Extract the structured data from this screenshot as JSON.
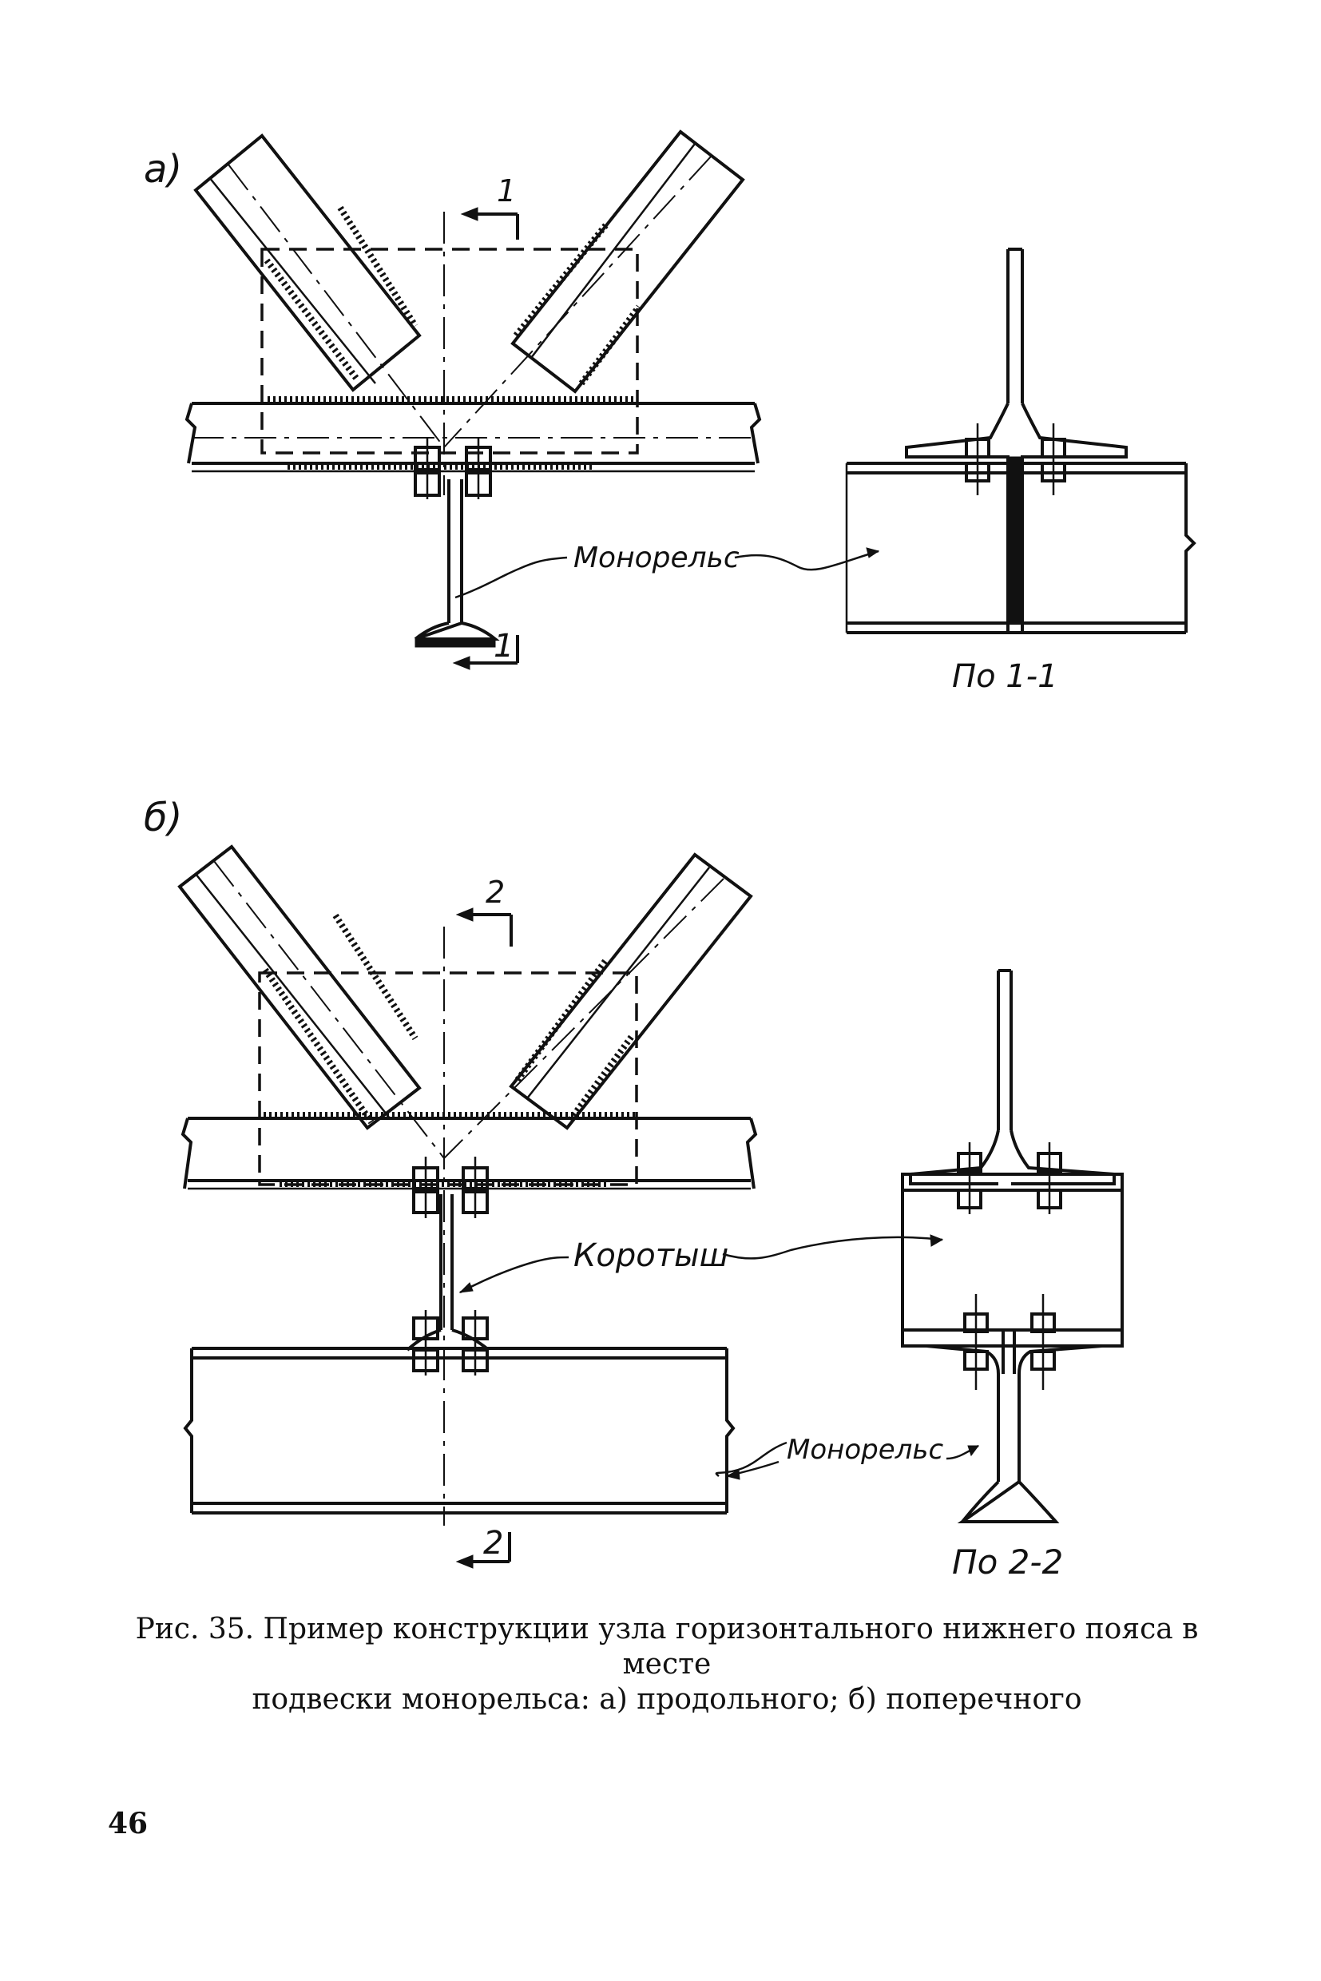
{
  "figure_a": {
    "label": "а)",
    "section_mark_top": "1",
    "section_mark_bottom": "1",
    "callout": "Монорельс",
    "section_title": "По 1-1"
  },
  "figure_b": {
    "label": "б)",
    "section_mark_top": "2",
    "section_mark_bottom": "2",
    "callout_stub": "Коротыш",
    "callout_rail": "Монорельс",
    "section_title": "По 2-2"
  },
  "caption": {
    "line1": "Рис. 35. Пример конструкции узла горизонтального нижнего пояса в месте",
    "line2": "подвески монорельса: а) продольного; б) поперечного"
  },
  "page_number": "46"
}
